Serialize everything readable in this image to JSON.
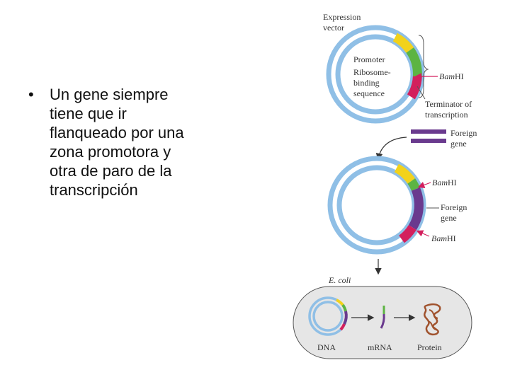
{
  "slide": {
    "bullet": "•",
    "lines": [
      "Un gene siempre",
      "tiene que ir",
      "flanqueado por una",
      "zona promotora y",
      "otra de paro de la",
      "transcripción"
    ]
  },
  "figure": {
    "vector_label_1": "Expression",
    "vector_label_2": "vector",
    "promoter": "Promoter",
    "rbs_1": "Ribosome-",
    "rbs_2": "binding",
    "rbs_3": "sequence",
    "bamhi_top_prefix": "Bam",
    "bamhi_top_suffix": "HI",
    "terminator_1": "Terminator of",
    "terminator_2": "transcription",
    "foreign_1": "Foreign",
    "foreign_2": "gene",
    "bamhi_mid_prefix": "Bam",
    "bamhi_mid_suffix": "HI",
    "foreign_mid_1": "Foreign",
    "foreign_mid_2": "gene",
    "bamhi_low_prefix": "Bam",
    "bamhi_low_suffix": "HI",
    "ecoli": "E. coli",
    "dna": "DNA",
    "mrna": "mRNA",
    "protein": "Protein"
  },
  "colors": {
    "plasmid_blue": "#8fbfe6",
    "promoter_yellow": "#f2d21b",
    "rbs_green": "#5cb443",
    "terminator_red": "#d31f5d",
    "foreign_purple": "#6a3a8e",
    "cell_fill": "#e6e6e6",
    "protein_brown": "#a0522d"
  }
}
